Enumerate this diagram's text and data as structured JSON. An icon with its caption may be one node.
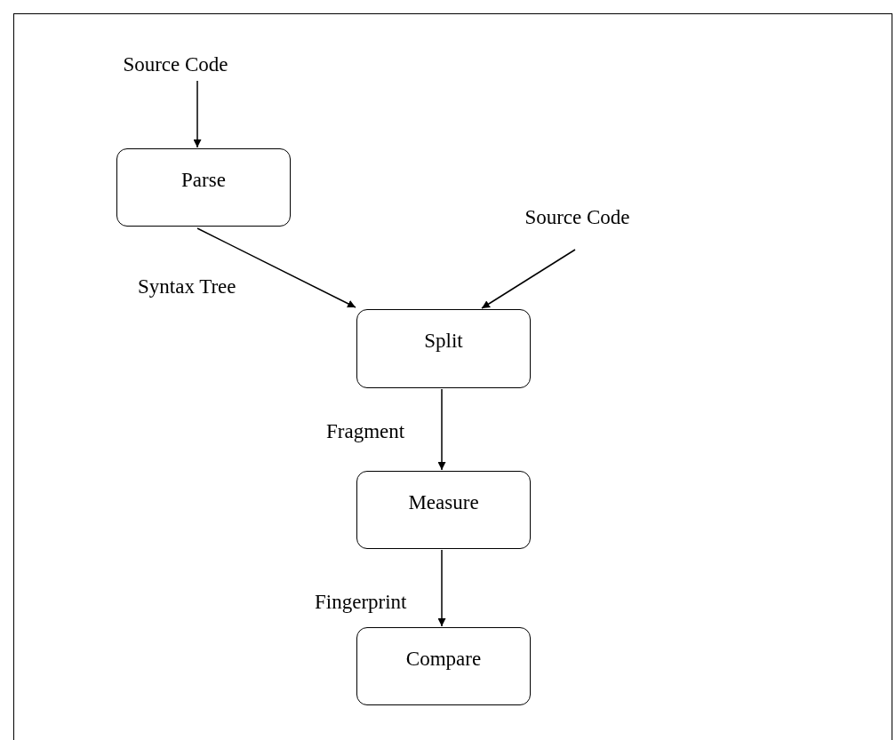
{
  "diagram": {
    "nodes": [
      {
        "text": [
          "Source Code"
        ]
      },
      {
        "text": [
          "Parse"
        ]
      },
      {
        "text": [
          "Source Code"
        ]
      },
      {
        "text": [
          "Split"
        ]
      },
      {
        "text": [
          "Measure"
        ]
      },
      {
        "text": [
          "Compare"
        ]
      }
    ],
    "edges": [
      {
        "from": 0,
        "to": 1,
        "arrow": "to"
      },
      {
        "from": 1,
        "to": 3,
        "arrow": "to",
        "label": "Syntax Tree"
      },
      {
        "from": 2,
        "to": 3,
        "arrow": "to"
      },
      {
        "from": 3,
        "to": 4,
        "arrow": "to",
        "label": "Fragment"
      },
      {
        "from": 4,
        "to": 5,
        "arrow": "to",
        "label": "Fingerprint"
      }
    ]
  }
}
